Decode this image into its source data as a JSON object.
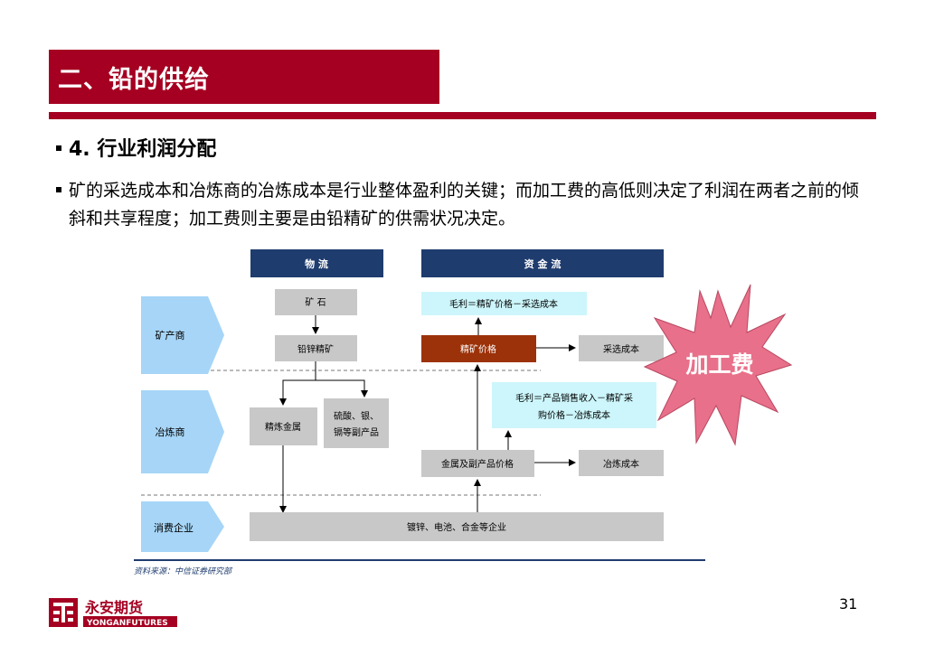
{
  "slide": {
    "title": "二、铅的供给",
    "subheading": "4. 行业利润分配",
    "paragraph": "矿的采选成本和冶炼商的冶炼成本是行业整体盈利的关键；而加工费的高低则决定了利润在两者之前的倾斜和共享程度；加工费则主要是由铅精矿的供需状况决定。",
    "page_number": "31"
  },
  "diagram": {
    "header_logistics": "物 流",
    "header_capital": "资 金 流",
    "row_miner": "矿产商",
    "row_smelter": "冶炼商",
    "row_consumer": "消费企业",
    "ore": "矿 石",
    "concentrate": "铅锌精矿",
    "refined_metal": "精炼金属",
    "byproducts_line1": "硫酸、银、",
    "byproducts_line2": "镉等副产品",
    "consumer_box": "镀锌、电池、合金等企业",
    "gross_profit_miner": "毛利＝精矿价格－采选成本",
    "concentrate_price": "精矿价格",
    "mining_cost": "采选成本",
    "gross_profit_smelter_line1": "毛利＝产品销售收入－精矿采",
    "gross_profit_smelter_line2": "购价格－冶炼成本",
    "metal_price": "金属及副产品价格",
    "smelting_cost": "冶炼成本",
    "processing_fee": "加工费"
  },
  "source": "资料来源：中信证券研究部",
  "logo": {
    "name_cn": "永安期货",
    "name_en": "YONGANFUTURES"
  },
  "colors": {
    "brand_red": "#a50021",
    "header_navy": "#1f3c6e",
    "chevron_blue": "#a6d5f7",
    "box_gray": "#c8c8c8",
    "box_cyan": "#ccf6fb",
    "price_brown": "#9c3209",
    "star_pink": "#e8708a"
  }
}
